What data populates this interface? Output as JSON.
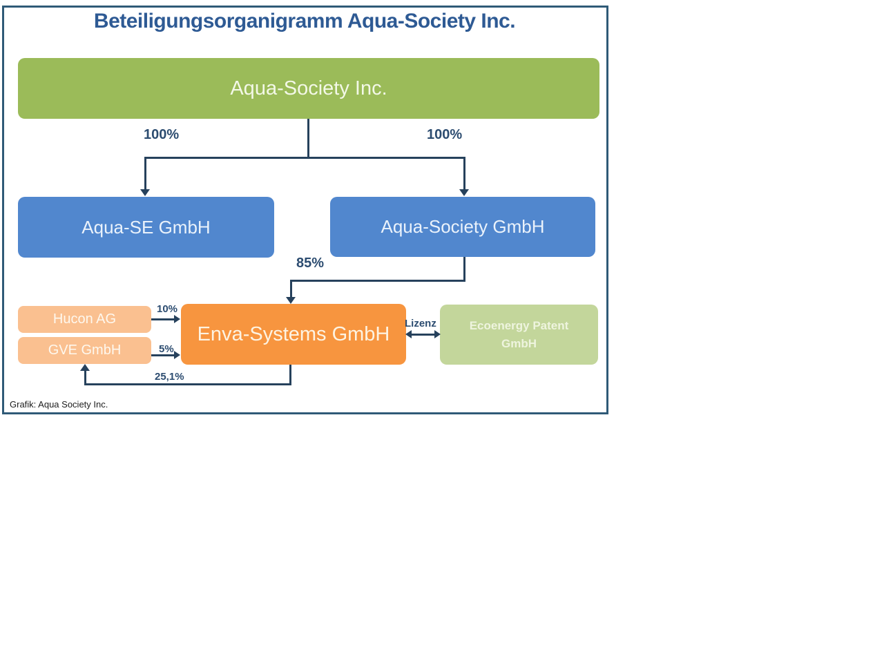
{
  "title": "Beteiligungsorganigramm Aqua-Society Inc.",
  "footer": "Grafik: Aqua Society Inc.",
  "nodes": {
    "root": "Aqua-Society Inc.",
    "aqua_se": "Aqua-SE GmbH",
    "aqua_society": "Aqua-Society GmbH",
    "enva": "Enva-Systems GmbH",
    "hucon": "Hucon AG",
    "gve": "GVE GmbH",
    "ecoenergy_line1": "Ecoenergy Patent",
    "ecoenergy_line2": "GmbH"
  },
  "edge_labels": {
    "root_to_aqua_se": "100%",
    "root_to_aqua_society": "100%",
    "aqua_society_to_enva": "85%",
    "hucon_to_enva": "10%",
    "gve_to_enva": "5%",
    "enva_to_gve": "25,1%",
    "enva_ecoenergy": "Lizenz"
  },
  "colors": {
    "frame_border": "#2F5A77",
    "title_text": "#2E5A94",
    "root_fill": "#9BBB59",
    "subsidiary_fill": "#5187CE",
    "enva_fill": "#F7953F",
    "minor_fill": "#FAC090",
    "patent_fill": "#C3D69B",
    "connector": "#26415C",
    "label_text": "#2C4C70"
  }
}
